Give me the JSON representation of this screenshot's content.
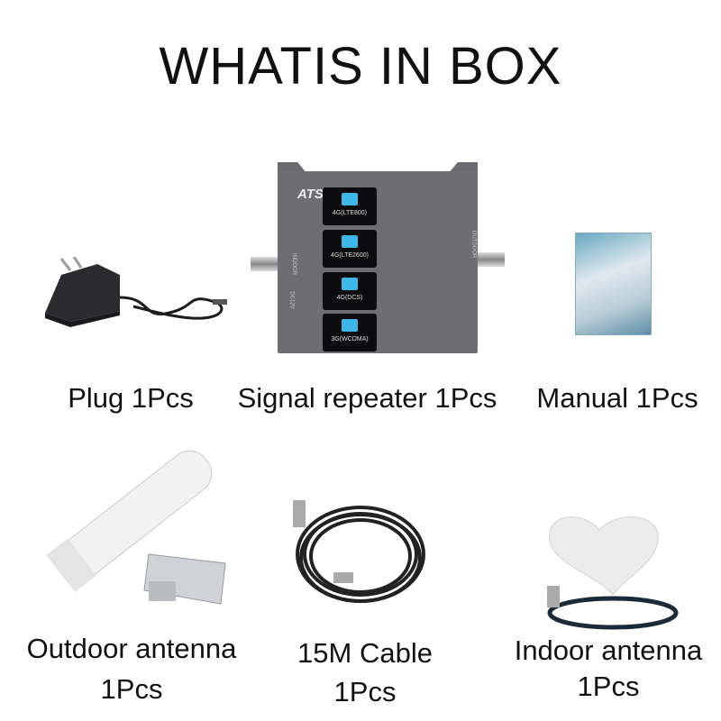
{
  "title": "WHATIS IN BOX",
  "items": [
    {
      "label": "Plug 1Pcs"
    },
    {
      "label": "Signal repeater 1Pcs"
    },
    {
      "label": "Manual 1Pcs"
    },
    {
      "label": "Outdoor antenna",
      "qty": "1Pcs"
    },
    {
      "label": "15M Cable",
      "qty": "1Pcs"
    },
    {
      "label": "Indoor antenna",
      "qty": "1Pcs"
    }
  ],
  "repeater": {
    "brand": "ATS",
    "bands": [
      "4G(LTE800)",
      "4G(LTE2600)",
      "4G(DCS)",
      "3G(WCDMA)"
    ],
    "port_left": "INDOOR",
    "port_right": "OUTDOOR",
    "power": "DC12V"
  }
}
